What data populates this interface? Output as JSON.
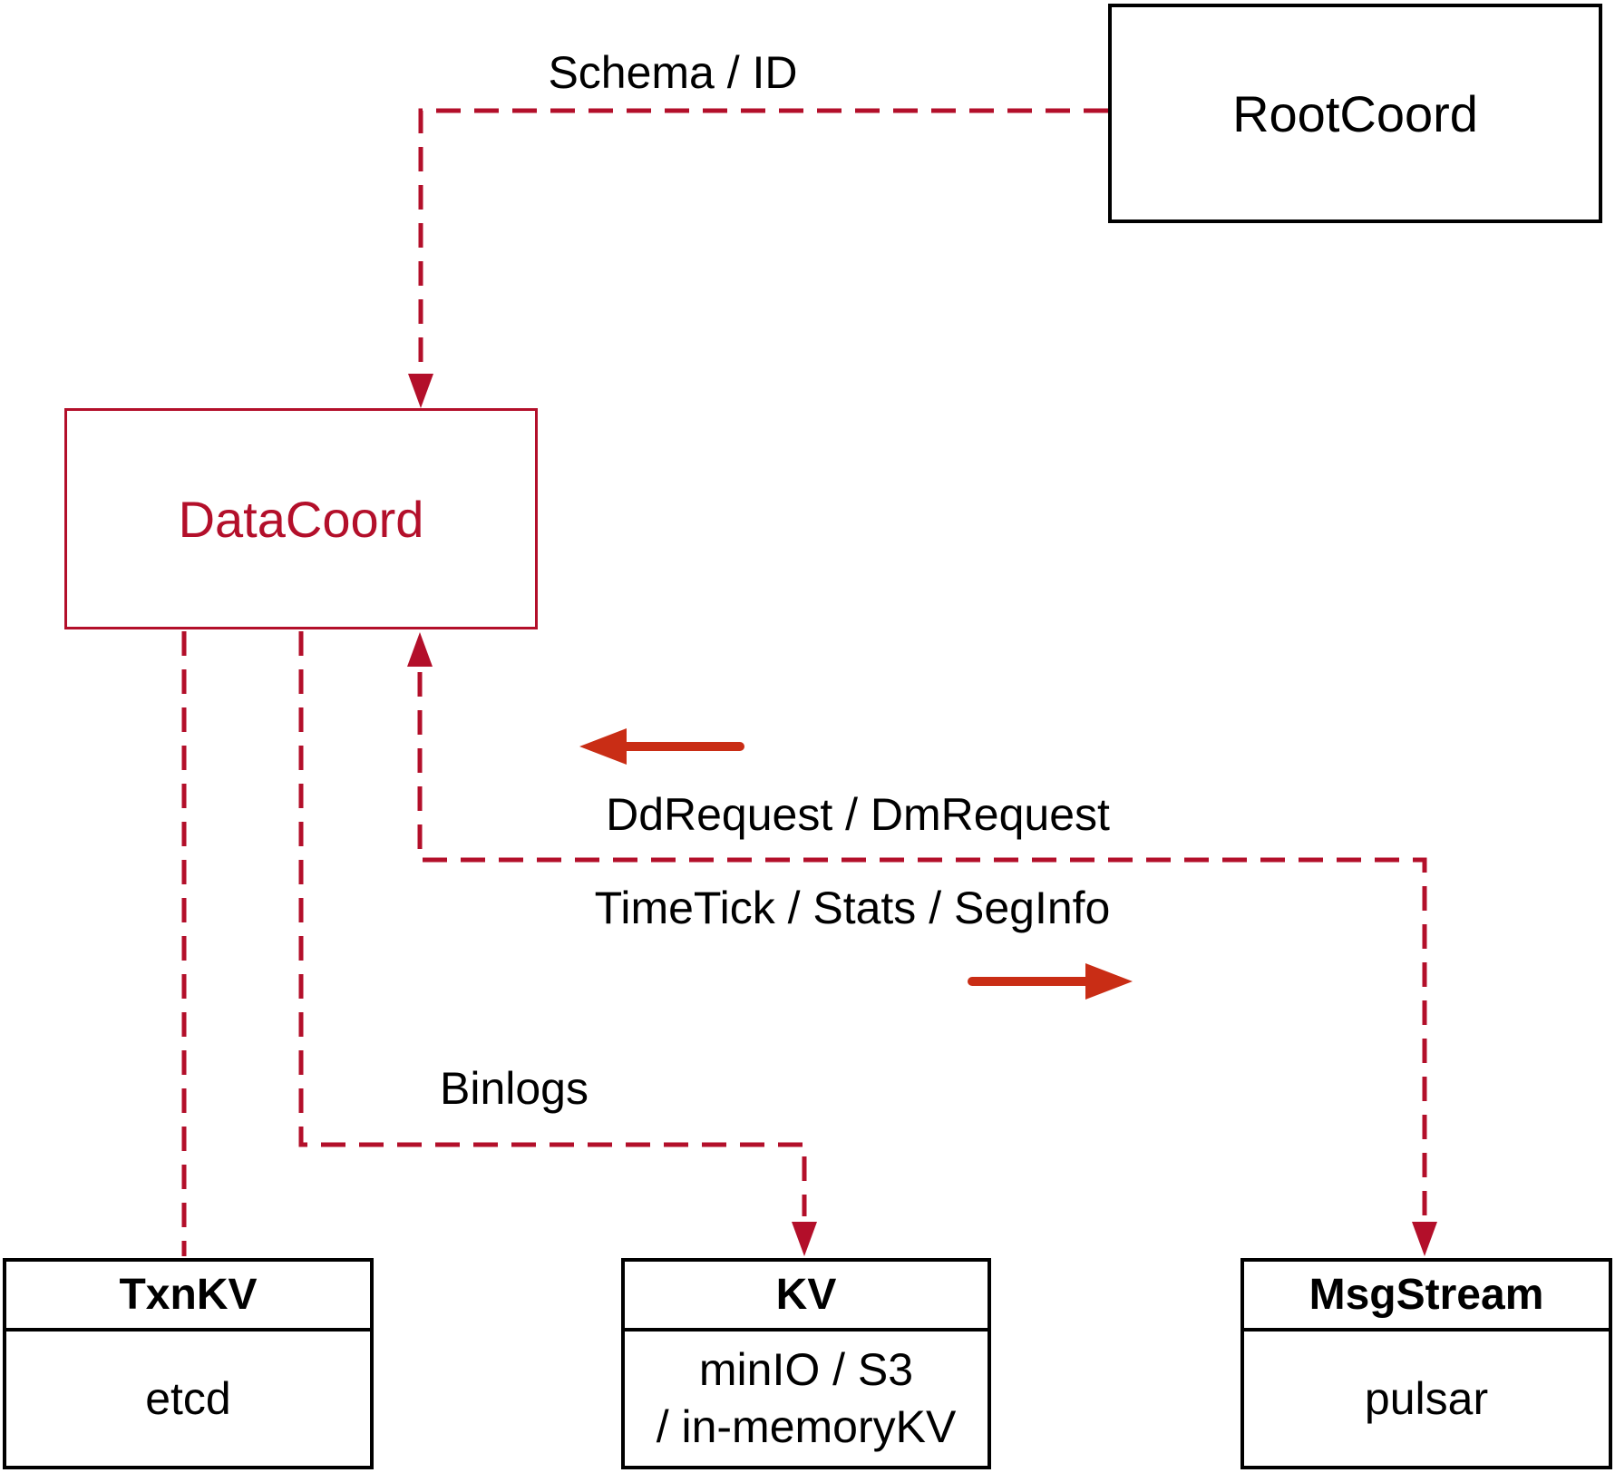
{
  "nodes": {
    "rootcoord": {
      "label": "RootCoord"
    },
    "datacoord": {
      "label": "DataCoord"
    },
    "txnkv": {
      "title": "TxnKV",
      "body": "etcd"
    },
    "kv": {
      "title": "KV",
      "body_line1": "minIO / S3",
      "body_line2": "/ in-memoryKV"
    },
    "msgstream": {
      "title": "MsgStream",
      "body": "pulsar"
    }
  },
  "edge_labels": {
    "schema_id": "Schema / ID",
    "dd_dm": "DdRequest / DmRequest",
    "timetick": "TimeTick / Stats / SegInfo",
    "binlogs": "Binlogs"
  },
  "colors": {
    "dashed_line": "#b30f2a",
    "solid_arrow": "#c92d15",
    "box_border": "#000000",
    "text": "#000000"
  }
}
